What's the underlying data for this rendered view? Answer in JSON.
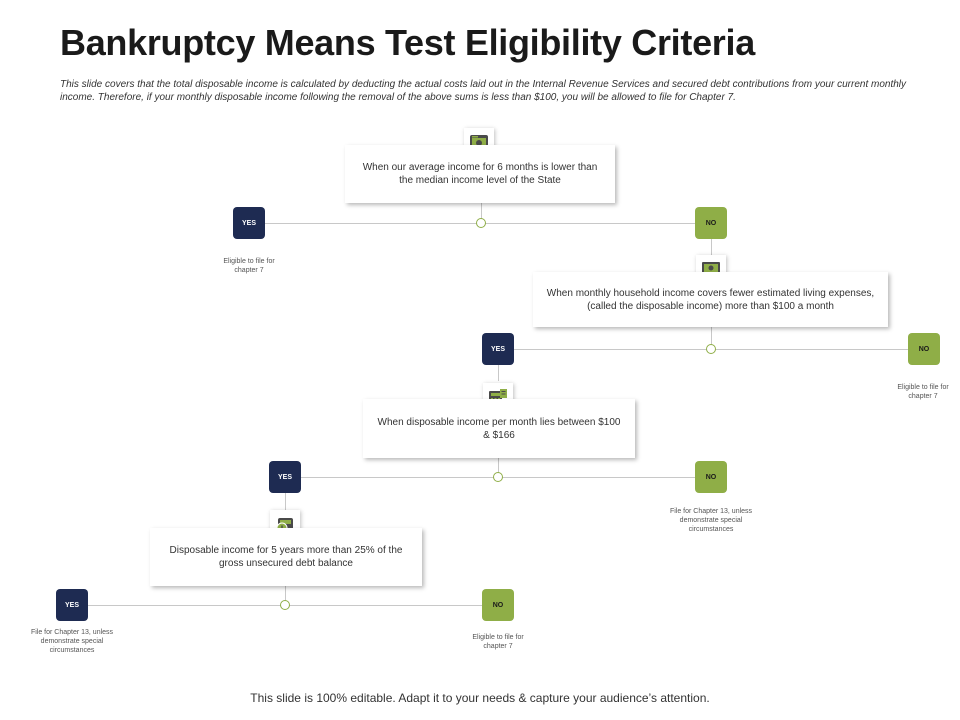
{
  "title": "Bankruptcy Means Test Eligibility Criteria",
  "intro": "This slide covers that the total disposable income is calculated by deducting the actual costs laid out in the Internal Revenue Services and secured debt contributions from your current monthly income. Therefore, if your monthly disposable income following the removal of the above sums is less than $100, you will be allowed to file for Chapter 7.",
  "flow": {
    "yes_label": "YES",
    "no_label": "NO",
    "steps": [
      {
        "criterion": "When our average income for 6 months is lower than the median income level of the State",
        "icon": "money-chart-icon",
        "yes_note": "Eligible to file for chapter 7",
        "no_note": ""
      },
      {
        "criterion": "When monthly household income covers fewer estimated living expenses, (called the disposable income) more than $100 a month",
        "icon": "monitor-money-icon",
        "yes_note": "",
        "no_note": "Eligible to file for chapter 7"
      },
      {
        "criterion": "When disposable income per month lies between $100 & $166",
        "icon": "calculator-icon",
        "yes_note": "",
        "no_note": "File for Chapter 13, unless demonstrate special circumstances"
      },
      {
        "criterion": "Disposable income for 5 years more than 25% of the gross unsecured debt balance",
        "icon": "wallet-icon",
        "yes_note": "File for Chapter 13, unless demonstrate special circumstances",
        "no_note": "Eligible to file for chapter 7"
      }
    ]
  },
  "footer": "This slide is 100% editable. Adapt it to your needs & capture your audience’s attention.",
  "colors": {
    "yes": "#1e2b52",
    "no": "#8fae47",
    "connector": "#c8c8c8"
  }
}
